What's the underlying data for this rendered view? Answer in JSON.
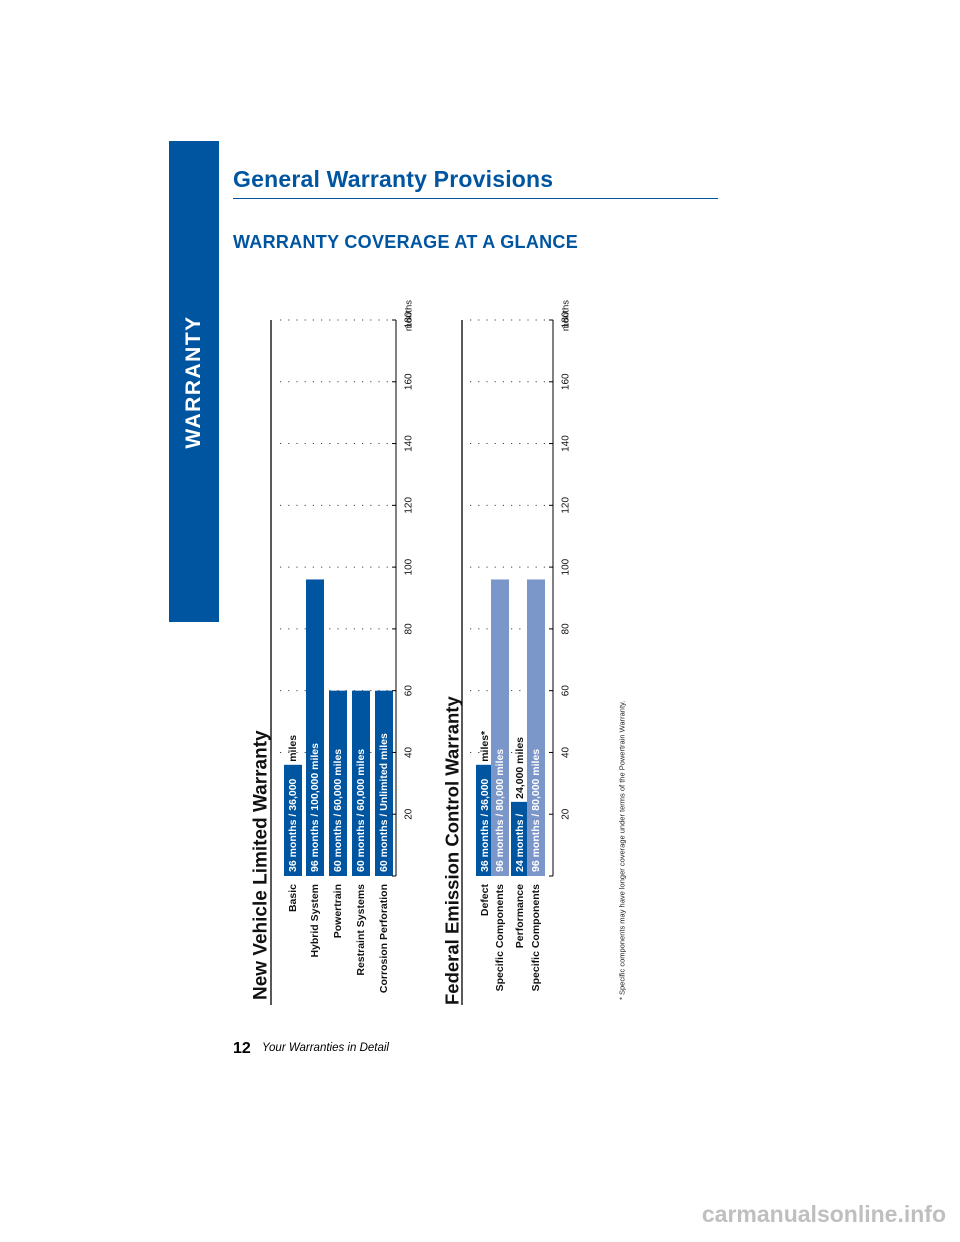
{
  "sidebar": {
    "label": "WARRANTY"
  },
  "section_title": "General Warranty Provisions",
  "page_heading": "WARRANTY COVERAGE AT A GLANCE",
  "footer": {
    "page_number": "12",
    "text": "Your Warranties in Detail"
  },
  "watermark": "carmanualsonline.info",
  "colors": {
    "brand_blue": "#0055a0",
    "emission_bar": "#7b96c8",
    "sidebar": "#0055a0"
  },
  "chart_data": [
    {
      "type": "bar",
      "title": "New Vehicle Limited Warranty",
      "unit": "months",
      "xlim": [
        0,
        180
      ],
      "ticks": [
        20,
        40,
        60,
        80,
        100,
        120,
        140,
        160,
        180
      ],
      "bars": [
        {
          "label": "Basic",
          "months": 36,
          "label_inside": "36 months / 36,000",
          "label_outside": "miles",
          "color": "#0055a0"
        },
        {
          "label": "Hybrid System",
          "months": 96,
          "label_inside": "96 months / 100,000 miles",
          "label_outside": "",
          "color": "#0055a0"
        },
        {
          "label": "Powertrain",
          "months": 60,
          "label_inside": "60 months / 60,000 miles",
          "label_outside": "",
          "color": "#0055a0"
        },
        {
          "label": "Restraint Systems",
          "months": 60,
          "label_inside": "60 months / 60,000 miles",
          "label_outside": "",
          "color": "#0055a0"
        },
        {
          "label": "Corrosion Perforation",
          "months": 60,
          "label_inside": "60 months / Unlimited miles",
          "label_outside": "",
          "color": "#0055a0"
        }
      ]
    },
    {
      "type": "bar",
      "title": "Federal Emission Control Warranty",
      "unit": "months",
      "xlim": [
        0,
        180
      ],
      "ticks": [
        20,
        40,
        60,
        80,
        100,
        120,
        140,
        160,
        180
      ],
      "bars": [
        {
          "label": "Defect",
          "months": 36,
          "label_inside": "36 months / 36,000",
          "label_outside": "miles*",
          "color": "#0055a0"
        },
        {
          "label": "Specific Components",
          "months": 96,
          "label_inside": "96 months / 80,000 miles",
          "label_outside": "",
          "color": "#7b96c8"
        },
        {
          "label": "Performance",
          "months": 24,
          "label_inside": "24 months /",
          "label_outside": "24,000 miles",
          "color": "#0055a0"
        },
        {
          "label": "Specific Components",
          "months": 96,
          "label_inside": "96 months / 80,000 miles",
          "label_outside": "",
          "color": "#7b96c8"
        }
      ],
      "footnote": "* Specific components may have longer coverage under terms of the Powertrain Warranty."
    }
  ]
}
